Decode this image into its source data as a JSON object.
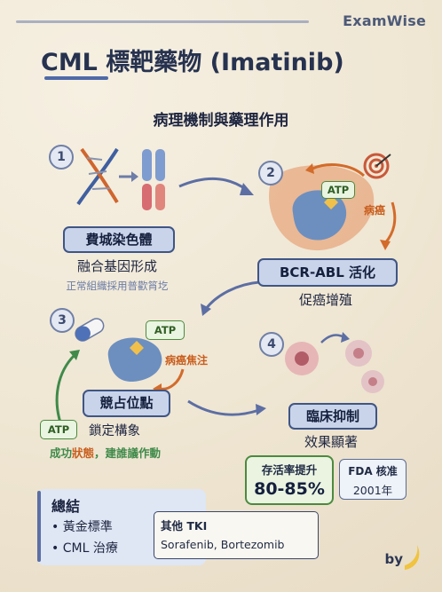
{
  "brand": "ExamWise",
  "title": "CML 標靶藥物 (Imatinib)",
  "subtitle": "病理機制與藥理作用",
  "step1": {
    "num": "1",
    "pill": "費城染色體",
    "label": "融合基因形成",
    "note": "正常組織採用普歡筲圪"
  },
  "step2": {
    "num": "2",
    "atp": "ATP",
    "side": "病癌",
    "pill": "BCR-ABL 活化",
    "label": "促癌增殖"
  },
  "step3": {
    "num": "3",
    "atp": "ATP",
    "side": "病癌焦注",
    "pill": "競占位點",
    "atp2": "ATP",
    "label": "鎖定構象",
    "status_a": "成功",
    "status_b": "狀態",
    "status_c": "，建誰議作動"
  },
  "step4": {
    "num": "4",
    "pill": "臨床抑制",
    "label": "效果顯著"
  },
  "survival": {
    "label": "存活率提升",
    "value": "80-85%"
  },
  "fda": {
    "label": "FDA 核准",
    "year": "2001年"
  },
  "summary": {
    "title": "總結",
    "items": [
      "黃金標準",
      "CML 治療"
    ]
  },
  "other_tki": {
    "title": "其他 TKI",
    "names": "Sorafenib, Bortezomib"
  },
  "byline": "by",
  "colors": {
    "navy": "#26324f",
    "accent_blue": "#4f6aa8",
    "orange": "#c95d1c",
    "green": "#4c8a3f",
    "pill_bg": "#c9d4ea"
  }
}
